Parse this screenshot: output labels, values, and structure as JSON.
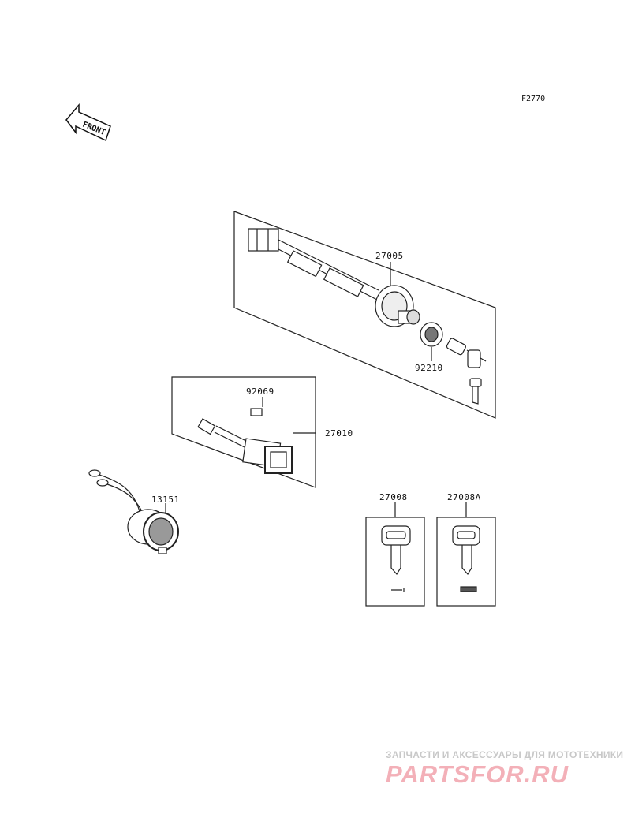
{
  "diagram_code": "F2770",
  "front_arrow": {
    "label": "FRONT",
    "icon": "front-arrow-icon"
  },
  "parts": {
    "ignition_switch": "27005",
    "ignition_cap": "92210",
    "switch_assy": "27010",
    "nut": "92069",
    "socket": "13151",
    "key_blank": "27008",
    "key_blank_alt": "27008A"
  },
  "watermark": {
    "tagline": "ЗАПЧАСТИ И АКСЕССУАРЫ ДЛЯ МОТОТЕХНИКИ",
    "logo": "PARTSFOR.RU",
    "color": "#f3b0b8"
  }
}
